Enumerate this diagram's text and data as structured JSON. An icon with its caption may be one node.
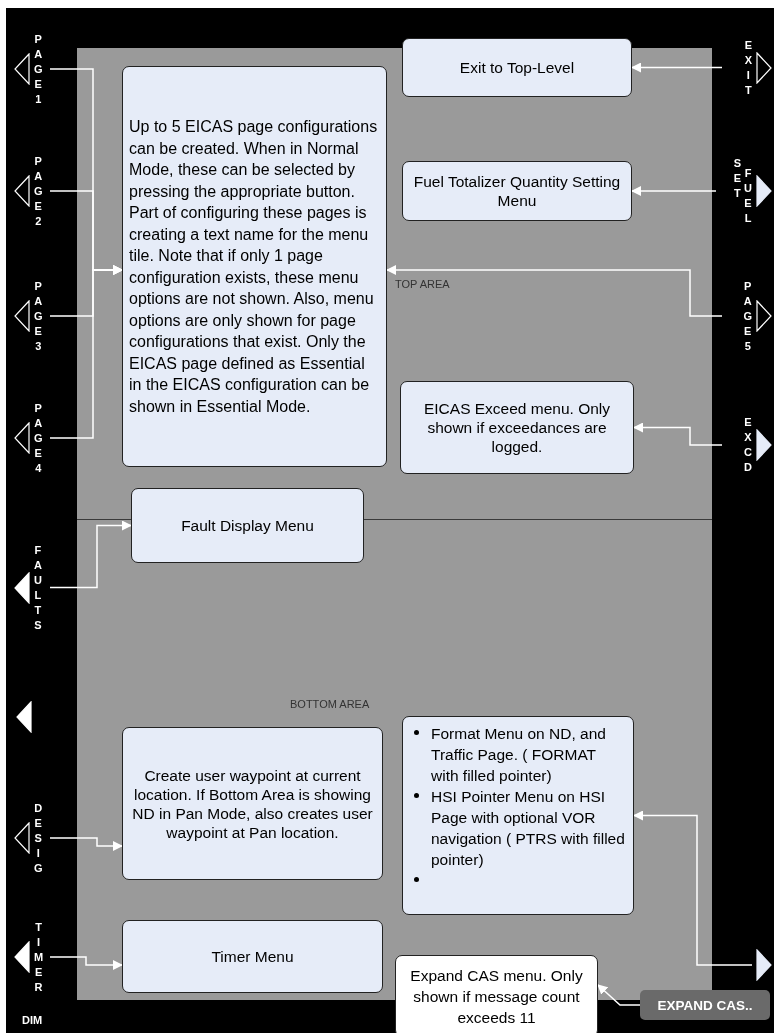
{
  "diagram": {
    "nodes": [
      {
        "text": [
          "PAGE1"
        ]
      },
      {
        "text": [
          "Up to 5 EICAS page configurations can be created. When in Normal Mode, these can be selected by pressing the appropriate button.  Part of configuring these pages is creating a text name for the menu tile.  Note that if only 1 page configuration exists, these menu options are not shown.  Also, menu options are only shown for page configurations that exist.  Only the EICAS page defined as Essential in the EICAS configuration can be shown in Essential Mode."
        ]
      },
      {
        "text": [
          "Exit to Top-Level"
        ]
      },
      {
        "text": [
          "EXIT"
        ]
      },
      {
        "text": [
          "PAGE2"
        ]
      },
      {
        "text": [
          "Fuel Totalizer Quantity Setting Menu"
        ]
      },
      {
        "text": [
          "SET",
          "FUEL"
        ]
      },
      {
        "text": [
          "PAGE3"
        ]
      },
      {
        "text": [
          "PAGE5"
        ]
      },
      {
        "text": [
          "PAGE4"
        ]
      },
      {
        "text": [
          "EICAS Exceed menu.  Only shown if exceedances are logged."
        ]
      },
      {
        "text": [
          "EXCD"
        ]
      },
      {
        "text": [
          "Fault Display Menu"
        ]
      },
      {
        "text": [
          "FAULTS"
        ]
      },
      {
        "text": [],
        "shape": "triangle"
      },
      {
        "text": [
          "Format Menu on ND, and Traffic Page. ( FORMAT with filled pointer)",
          "HSI Pointer Menu on HSI Page with optional VOR navigation ( PTRS  with filled pointer)"
        ]
      },
      {
        "text": [
          "DESIG"
        ]
      },
      {
        "text": [
          "Create user waypoint at current location.  If Bottom Area is showing ND in Pan Mode, also creates user waypoint at Pan location."
        ]
      },
      {
        "text": [
          "TIMER"
        ]
      },
      {
        "text": [
          "Timer Menu"
        ]
      },
      {
        "text": [],
        "shape": "triangle"
      },
      {
        "text": [
          "Expand CAS menu. Only shown if message count exceeds 11"
        ]
      },
      {
        "text": [
          "EXPAND CAS.."
        ]
      }
    ],
    "edges": [
      {
        "from": 0,
        "to": 1,
        "arrow": "to"
      },
      {
        "from": 4,
        "to": 1,
        "arrow": "to"
      },
      {
        "from": 7,
        "to": 1,
        "arrow": "to"
      },
      {
        "from": 9,
        "to": 1,
        "arrow": "to"
      },
      {
        "from": 3,
        "to": 2,
        "arrow": "to"
      },
      {
        "from": 6,
        "to": 5,
        "arrow": "to"
      },
      {
        "from": 8,
        "to": 1,
        "arrow": "to"
      },
      {
        "from": 11,
        "to": 10,
        "arrow": "to"
      },
      {
        "from": 13,
        "to": 12,
        "arrow": "to"
      },
      {
        "from": 16,
        "to": 17,
        "arrow": "to"
      },
      {
        "from": 18,
        "to": 19,
        "arrow": "to"
      },
      {
        "from": 20,
        "to": 15,
        "arrow": "to"
      },
      {
        "from": 22,
        "to": 21,
        "arrow": "to"
      }
    ],
    "labels": [
      "TOP AREA",
      "BOTTOM AREA",
      "DIM"
    ]
  }
}
